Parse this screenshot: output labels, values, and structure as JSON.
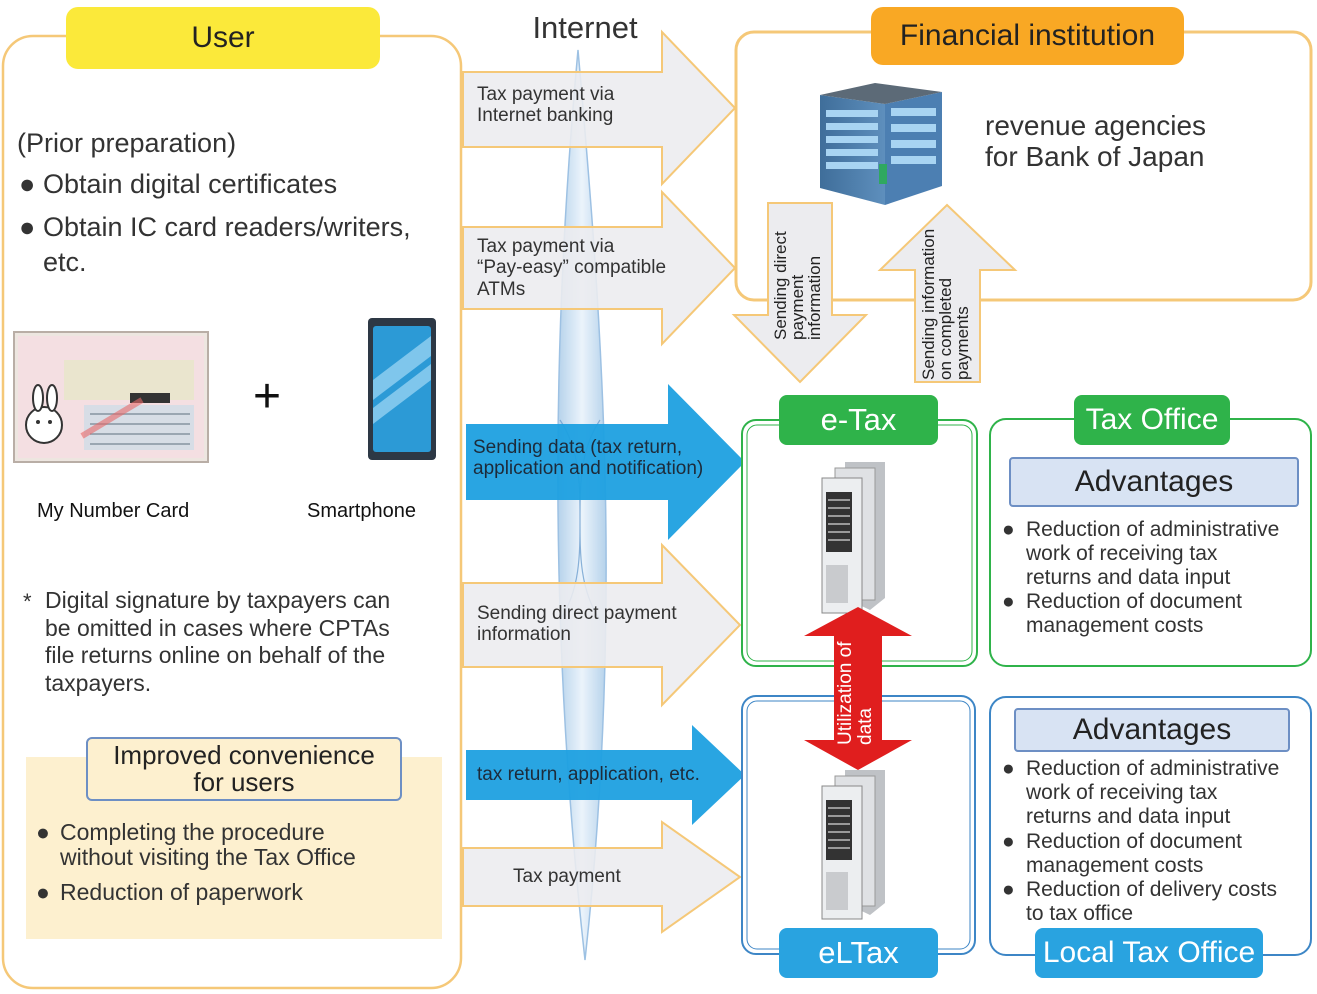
{
  "colors": {
    "user_frame": "#f5c878",
    "user_title_bg": "#fbe93a",
    "finance_title_bg": "#f9a824",
    "etax_green": "#2fb34a",
    "eltax_blue": "#29a3e0",
    "local_frame": "#3d86c6",
    "advantages_bg": "#d8e3f3",
    "advantages_border": "#6d8fc4",
    "blue_arrow": "#1ea0e0",
    "gray_arrow": "#ececef",
    "red_arrow": "#e01e1e",
    "convenience_bg": "#fdf0cf"
  },
  "user": {
    "title": "User",
    "prep_heading": "(Prior preparation)",
    "prep_items": [
      "Obtain digital certificates",
      "Obtain IC card readers/writers,\netc."
    ],
    "plus": "+",
    "card_caption": "My Number Card",
    "phone_caption": "Smartphone",
    "note_mark": "*",
    "note": "Digital signature by taxpayers can\nbe omitted in cases where CPTAs\nfile returns online on behalf of the\ntaxpayers.",
    "convenience": {
      "title": "Improved convenience\nfor users",
      "items": [
        "Completing the procedure\nwithout visiting the Tax Office",
        "Reduction of paperwork"
      ]
    }
  },
  "internet": {
    "label": "Internet"
  },
  "flows": {
    "internet_banking": "Tax payment via\nInternet banking",
    "pay_easy": "Tax payment via\n“Pay-easy” compatible\nATMs",
    "sending_data": "Sending data (tax return,\napplication and notification)",
    "direct_payment": "Sending direct payment\ninformation",
    "tax_return": "tax return, application, etc.",
    "tax_payment": "Tax payment"
  },
  "finance": {
    "title": "Financial institution",
    "name": "revenue agencies\nfor Bank of Japan",
    "down_arrow": "Sending direct\npayment\ninformation",
    "up_arrow": "Sending information\non completed\npayments"
  },
  "etax": {
    "label": "e-Tax"
  },
  "eltax": {
    "label": "eLTax"
  },
  "utilization": "Utilization of\ndata",
  "tax_office": {
    "title": "Tax Office",
    "advantages": "Advantages",
    "items": [
      "Reduction of administrative\nwork of receiving tax\nreturns and data input",
      "Reduction of document\nmanagement costs"
    ]
  },
  "local_tax_office": {
    "title": "Local Tax Office",
    "advantages": "Advantages",
    "items": [
      "Reduction of administrative\nwork of receiving tax\nreturns and data input",
      "Reduction of document\nmanagement costs",
      "Reduction of delivery costs\nto tax office"
    ]
  }
}
